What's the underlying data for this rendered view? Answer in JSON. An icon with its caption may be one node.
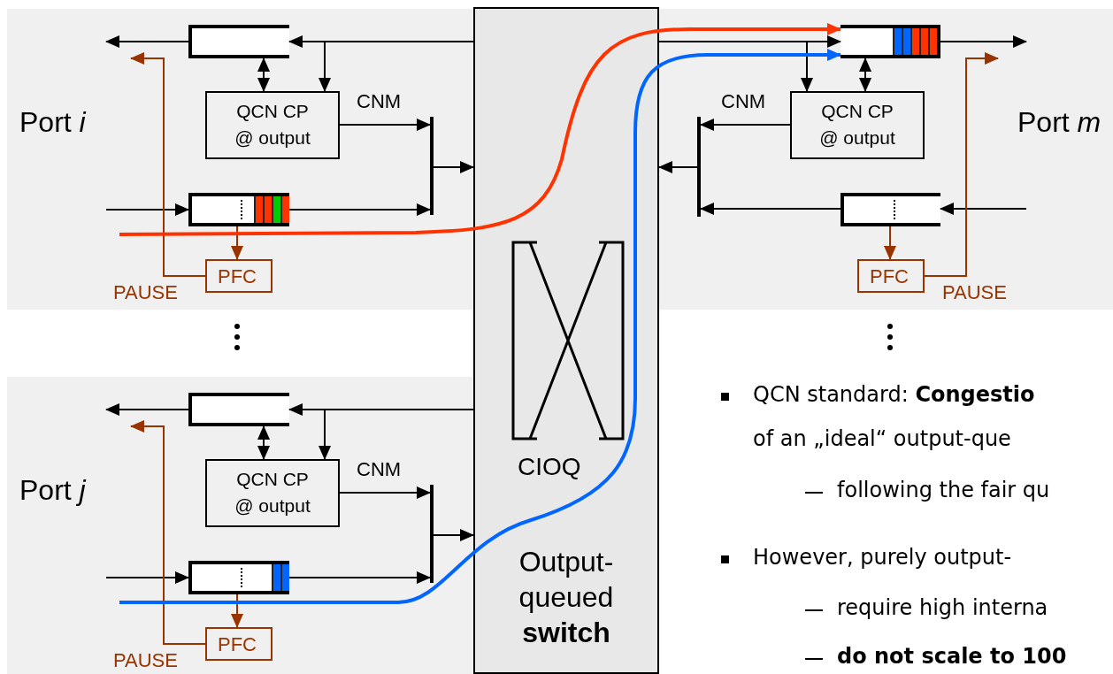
{
  "diagram": {
    "nodes": [
      {
        "text": [
          "Port *i*"
        ]
      },
      {
        "text": [],
        "shape": "box",
        "in": 0
      },
      {
        "text": [
          "QCN CP @ output"
        ],
        "in": 0
      },
      {
        "text": [],
        "shape": "box",
        "in": 0
      },
      {
        "text": [
          "PFC"
        ],
        "in": 0
      },
      {
        "text": [],
        "shape": "bar",
        "in": 0
      },
      {
        "text": [
          "Output- queued **switch**"
        ]
      },
      {
        "text": [
          "Port *m*"
        ]
      },
      {
        "text": [],
        "shape": "box",
        "in": 7
      },
      {
        "text": [
          "QCN CP @ output"
        ],
        "in": 7
      },
      {
        "text": [],
        "shape": "box",
        "in": 7
      },
      {
        "text": [
          "PFC"
        ],
        "in": 7
      },
      {
        "text": [],
        "shape": "bar",
        "in": 7
      },
      {
        "text": [
          "Port *j*"
        ]
      },
      {
        "text": [],
        "shape": "box",
        "in": 13
      },
      {
        "text": [
          "QCN CP @ output"
        ],
        "in": 13
      },
      {
        "text": [],
        "shape": "box",
        "in": 13
      },
      {
        "text": [
          "PFC"
        ],
        "in": 13
      },
      {
        "text": [],
        "shape": "bar",
        "in": 13
      }
    ],
    "edges": [
      {
        "from": 6,
        "to": 1,
        "arrow": "to"
      },
      {
        "from": 6,
        "to": 2,
        "arrow": "to"
      },
      {
        "from": 1,
        "to": null,
        "arrow": "to"
      },
      {
        "from": 1,
        "to": 2,
        "arrow": "both"
      },
      {
        "from": 2,
        "to": 5,
        "arrow": "to",
        "label": "CNM"
      },
      {
        "from": null,
        "to": 3,
        "arrow": "to"
      },
      {
        "from": 3,
        "to": 5,
        "arrow": "to"
      },
      {
        "from": 5,
        "to": 6,
        "arrow": "to"
      },
      {
        "from": 3,
        "to": 4,
        "arrow": "to",
        "color": "#993300"
      },
      {
        "from": 4,
        "to": null,
        "arrow": "to",
        "label": "PAUSE",
        "color": "#993300"
      },
      {
        "from": 6,
        "to": 8,
        "arrow": "to"
      },
      {
        "from": 6,
        "to": 9,
        "arrow": "to"
      },
      {
        "from": 8,
        "to": null,
        "arrow": "to"
      },
      {
        "from": 8,
        "to": 9,
        "arrow": "both"
      },
      {
        "from": 9,
        "to": 12,
        "arrow": "to",
        "label": "CNM"
      },
      {
        "from": null,
        "to": 10,
        "arrow": "to"
      },
      {
        "from": 10,
        "to": 12,
        "arrow": "to"
      },
      {
        "from": 12,
        "to": 6,
        "arrow": "to"
      },
      {
        "from": 10,
        "to": 11,
        "arrow": "to",
        "color": "#993300"
      },
      {
        "from": 11,
        "to": null,
        "arrow": "to",
        "label": "PAUSE",
        "color": "#993300"
      },
      {
        "from": 6,
        "to": 14,
        "arrow": "to"
      },
      {
        "from": 6,
        "to": 15,
        "arrow": "to"
      },
      {
        "from": 14,
        "to": null,
        "arrow": "to"
      },
      {
        "from": 14,
        "to": 15,
        "arrow": "both"
      },
      {
        "from": 15,
        "to": 18,
        "arrow": "to",
        "label": "CNM"
      },
      {
        "from": null,
        "to": 16,
        "arrow": "to"
      },
      {
        "from": 16,
        "to": 18,
        "arrow": "to"
      },
      {
        "from": 18,
        "to": 6,
        "arrow": "to"
      },
      {
        "from": 16,
        "to": 17,
        "arrow": "to",
        "color": "#993300"
      },
      {
        "from": 17,
        "to": null,
        "arrow": "to",
        "label": "PAUSE",
        "color": "#993300"
      },
      {
        "from": null,
        "to": 8,
        "arrow": "to",
        "style": "thick",
        "color": "#ff3300"
      },
      {
        "from": null,
        "to": 8,
        "arrow": "to",
        "style": "thick",
        "color": "#0066ff"
      }
    ],
    "labels": [
      "CIOQ",
      "QCN standard: **Congestio**",
      "of an „ideal“ output-que",
      "following the fair qu",
      "However, purely output-",
      "require high interna",
      "do not scale to 100"
    ]
  }
}
